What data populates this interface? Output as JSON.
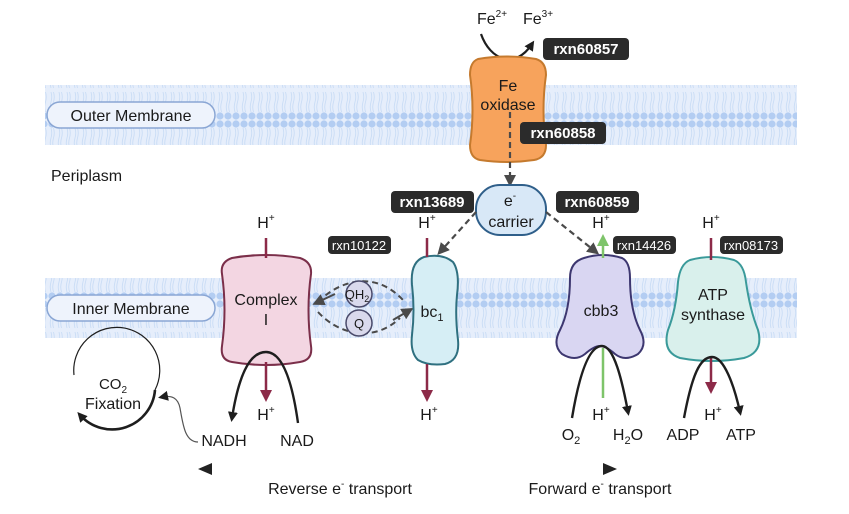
{
  "membranes": {
    "outer": {
      "label": "Outer Membrane"
    },
    "inner": {
      "label": "Inner Membrane"
    }
  },
  "compartments": {
    "periplasm": "Periplasm"
  },
  "iron": {
    "substrate": "Fe",
    "substrate_charge": "2+",
    "product": "Fe",
    "product_charge": "3+"
  },
  "proteins": {
    "fe_oxidase": {
      "line1": "Fe",
      "line2": "oxidase",
      "color": "#f7a35c",
      "stroke": "#c57a2e"
    },
    "e_carrier": {
      "line1": "e",
      "line1_sup": "-",
      "line2": "carrier",
      "color": "#d8e8f7",
      "stroke": "#2f5f8a"
    },
    "complex_i": {
      "line1": "Complex",
      "line2": "I",
      "color": "#f3d6e2",
      "stroke": "#7b2f4a"
    },
    "bc1": {
      "label": "bc",
      "label_sub": "1",
      "color": "#d6eef5",
      "stroke": "#2f7080"
    },
    "cbb3": {
      "label": "cbb3",
      "color": "#d9d6f2",
      "stroke": "#3d3770"
    },
    "atp_synthase": {
      "line1": "ATP",
      "line2": "synthase",
      "color": "#d9f0ec",
      "stroke": "#3a9a9a"
    }
  },
  "quinones": {
    "qh2": {
      "label": "QH",
      "sub": "2"
    },
    "q": {
      "label": "Q"
    }
  },
  "reactions": {
    "rxn60857": "rxn60857",
    "rxn60858": "rxn60858",
    "rxn13689": "rxn13689",
    "rxn60859": "rxn60859",
    "rxn10122": "rxn10122",
    "rxn14426": "rxn14426",
    "rxn08173": "rxn08173"
  },
  "protons": {
    "label": "H",
    "charge": "+",
    "pump_color": "#8c2a48",
    "cbb3_color": "#7ec46a"
  },
  "metabolites": {
    "nadh": "NADH",
    "nad": "NAD",
    "o2": "O",
    "o2_sub": "2",
    "h2o_h": "H",
    "h2o_sub": "2",
    "h2o_o": "O",
    "adp": "ADP",
    "atp": "ATP"
  },
  "co2_fixation": {
    "line1": "CO",
    "line1_sub": "2",
    "line2": "Fixation"
  },
  "transport": {
    "reverse": {
      "pre": "Reverse e",
      "sup": "-",
      "post": " transport"
    },
    "forward": {
      "pre": "Forward e",
      "sup": "-",
      "post": " transport"
    }
  }
}
